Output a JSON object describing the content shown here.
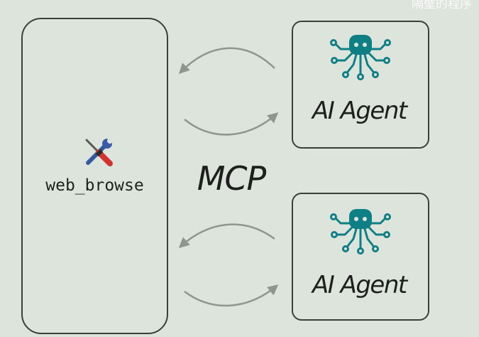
{
  "watermark": "隔壁的程序",
  "tool": {
    "label": "web_browse",
    "icon": "tools-icon"
  },
  "protocol": {
    "label": "MCP"
  },
  "agents": [
    {
      "label": "AI Agent",
      "icon": "octopus-robot-icon"
    },
    {
      "label": "AI Agent",
      "icon": "octopus-robot-icon"
    }
  ],
  "colors": {
    "background": "#dde4dc",
    "border": "#3a3f3a",
    "arrow": "#8f958f",
    "agent_icon": "#0f7f86",
    "screwdriver_handle": "#d0342c",
    "wrench": "#3a5da8"
  }
}
